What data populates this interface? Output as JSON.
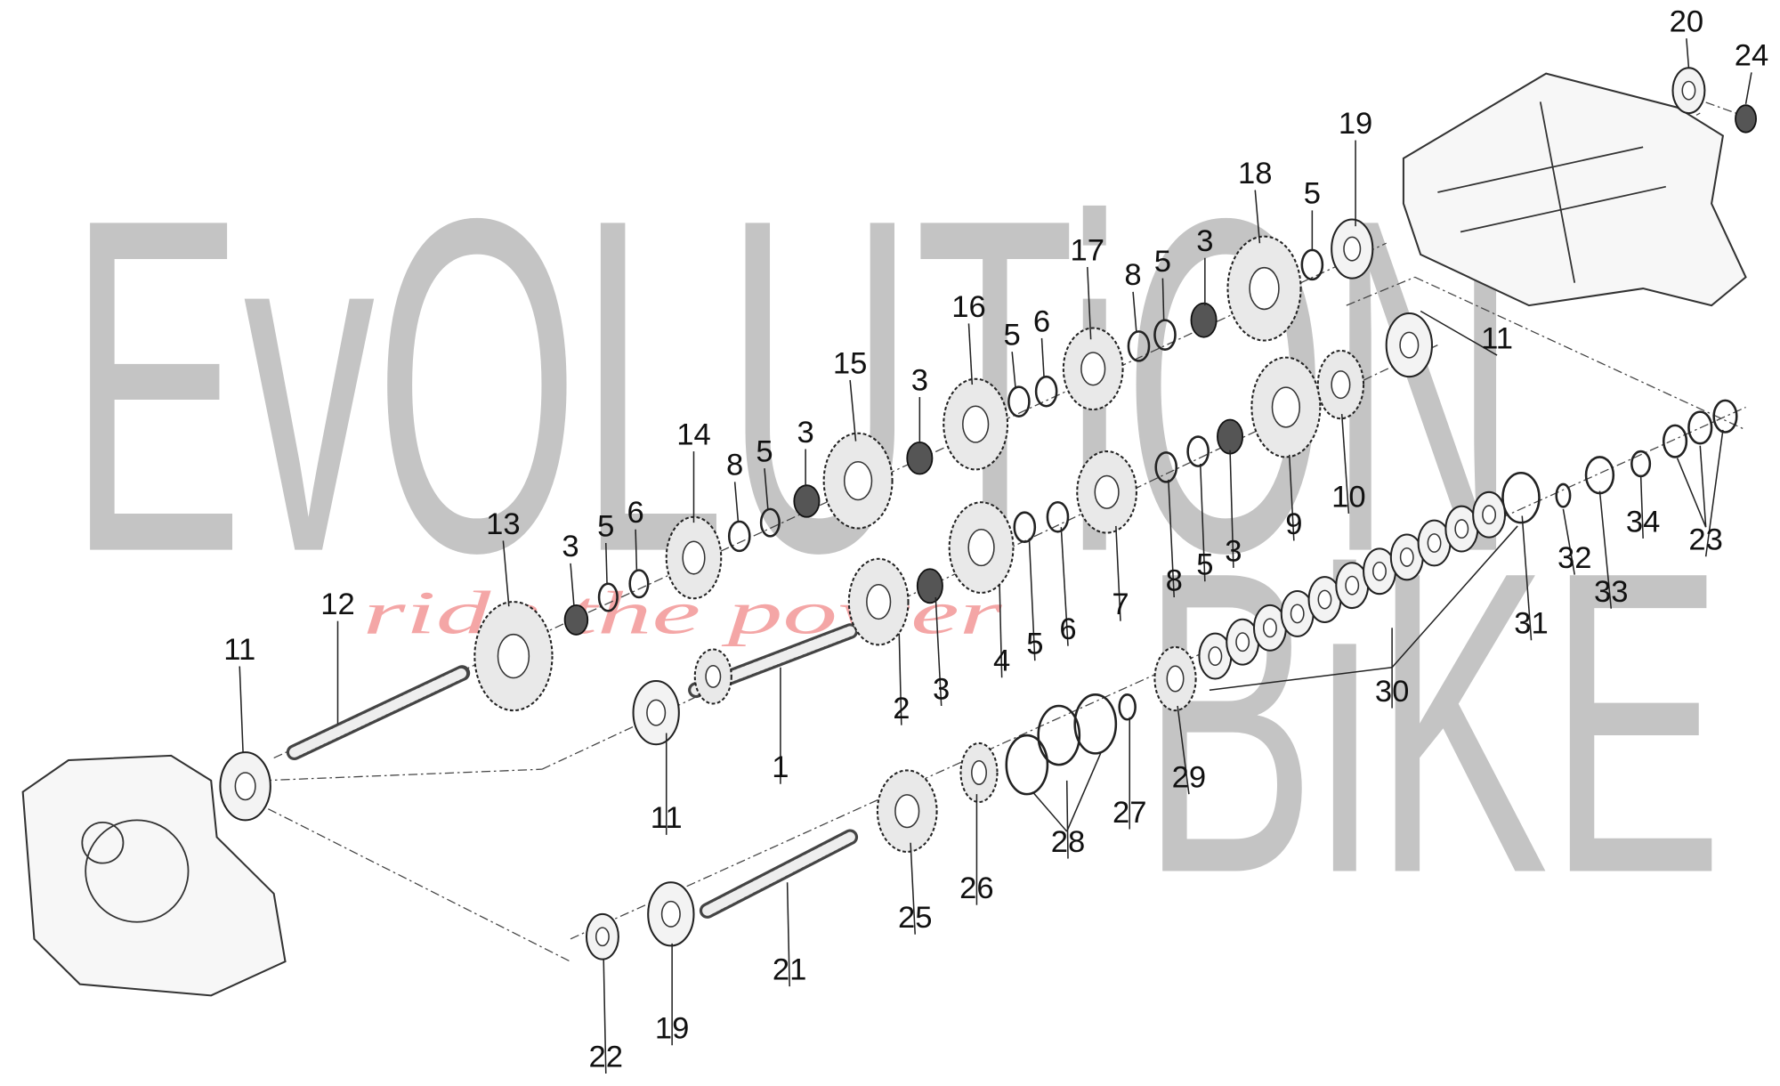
{
  "watermark": {
    "brand_word_1": "EvOLUTiON",
    "brand_word_2": "BiKE",
    "tagline": "ride the power"
  },
  "callouts": [
    "20",
    "24",
    "19",
    "18",
    "5",
    "17",
    "3",
    "8",
    "5",
    "16",
    "5",
    "6",
    "11",
    "15",
    "3",
    "14",
    "8",
    "5",
    "3",
    "13",
    "3",
    "5",
    "6",
    "12",
    "11",
    "1",
    "11",
    "2",
    "3",
    "4",
    "5",
    "6",
    "7",
    "8",
    "5",
    "3",
    "9",
    "10",
    "23",
    "34",
    "33",
    "32",
    "31",
    "30",
    "29",
    "27",
    "28",
    "26",
    "25",
    "21",
    "19",
    "22"
  ]
}
